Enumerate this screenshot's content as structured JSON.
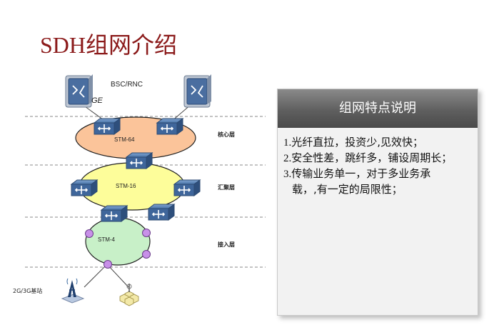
{
  "title": "SDH组网介绍",
  "diagram": {
    "bsc_label": "BSC/RNC",
    "ge_label": "GE",
    "rings": [
      {
        "name": "STM-64",
        "layer": "核心层",
        "color": "#fbc49a"
      },
      {
        "name": "STM-16",
        "layer": "汇聚层",
        "color": "#fdfd9a"
      },
      {
        "name": "STM-4",
        "layer": "接入层",
        "color": "#c8f0c8"
      }
    ],
    "base_station_label": "2G/3G基站",
    "colors": {
      "router": "#3a5f8f",
      "node": "#c890e8",
      "divider": "#888888"
    }
  },
  "panel": {
    "header": "组网特点说明",
    "items": [
      {
        "num": "1.",
        "text": "光纤直拉，投资少,见效快；"
      },
      {
        "num": "2.",
        "text": "安全性差，跳纤多，铺设周期长；"
      },
      {
        "num": "3.",
        "text": "传输业务单一，对于多业务承",
        "cont": "载，,有一定的局限性；"
      }
    ]
  }
}
